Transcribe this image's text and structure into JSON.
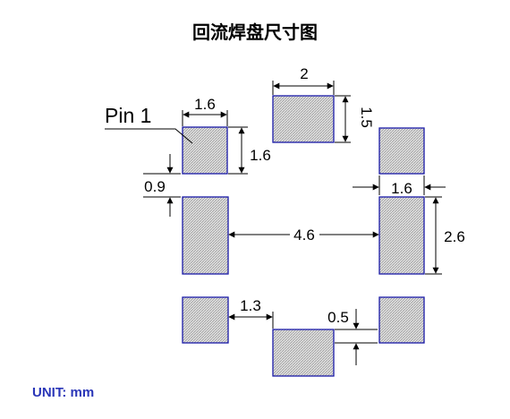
{
  "title": "回流焊盘尺寸图",
  "unit_label": "UNIT: mm",
  "pin_label": "Pin 1",
  "dimensions": {
    "pad_width_top": "2",
    "pad_height_top": "1.5",
    "pin1_width": "1.6",
    "pin1_height": "1.6",
    "gap_vertical": "0.9",
    "right_pad_width": "1.6",
    "span_horizontal": "4.6",
    "right_pad_height": "2.6",
    "gap_horizontal": "1.3",
    "offset_small": "0.5"
  },
  "colors": {
    "pad_outline": "#1a1aa8",
    "pad_fill": "#d0d0d0",
    "unit_text": "#2a36b8"
  }
}
